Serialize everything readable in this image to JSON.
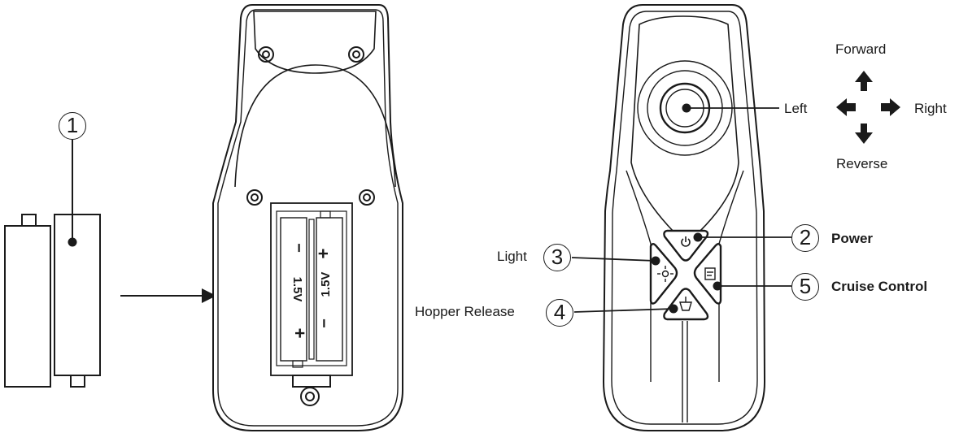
{
  "callouts": {
    "battery": "1",
    "power": "2",
    "light": "3",
    "hopper": "4",
    "cruise": "5"
  },
  "labels": {
    "forward": "Forward",
    "reverse": "Reverse",
    "left": "Left",
    "right": "Right",
    "power": "Power",
    "light": "Light",
    "hopper_release": "Hopper Release",
    "cruise_control": "Cruise Control"
  },
  "battery_marks": {
    "left_cell": "1.5V",
    "right_cell": "1.5V",
    "plus": "+",
    "minus": "−"
  },
  "icons": [
    "power-icon",
    "light-icon",
    "cruise-control-icon",
    "hopper-release-icon",
    "arrow-up-icon",
    "arrow-down-icon",
    "arrow-left-icon",
    "arrow-right-icon"
  ],
  "colors": {
    "line": "#1a1a1a",
    "background": "#ffffff"
  }
}
